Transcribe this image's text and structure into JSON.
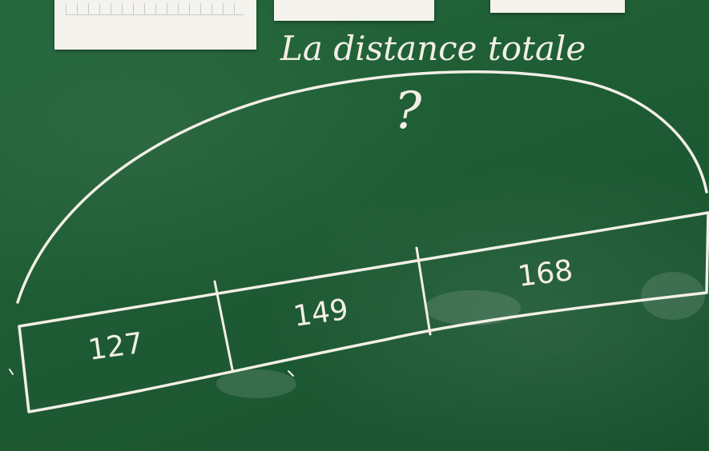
{
  "caption": "La distance totale",
  "question_mark": "?",
  "segments": [
    {
      "label": "127"
    },
    {
      "label": "149"
    },
    {
      "label": "168"
    }
  ],
  "colors": {
    "board": "#1f5a33",
    "chalk": "#f3efe6",
    "paper": "#f4f3ee"
  }
}
